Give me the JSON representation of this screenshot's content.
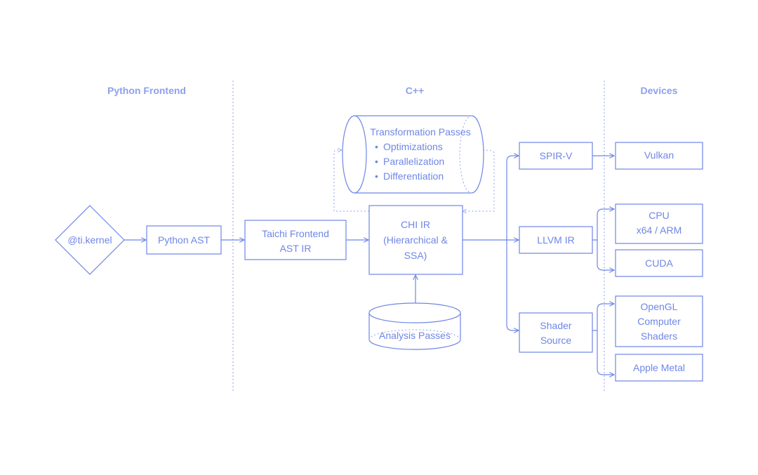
{
  "headers": {
    "python_frontend": "Python Frontend",
    "cpp": "C++",
    "devices": "Devices"
  },
  "nodes": {
    "ti_kernel": "@ti.kernel",
    "python_ast": "Python AST",
    "taichi_frontend": [
      "Taichi Frontend",
      "AST IR"
    ],
    "chi_ir": [
      "CHI IR",
      "(Hierarchical &",
      "SSA)"
    ],
    "transformation": {
      "title": "Transformation Passes",
      "items": [
        "Optimizations",
        "Parallelization",
        "Differentiation"
      ]
    },
    "analysis": "Analysis Passes",
    "spirv": "SPIR-V",
    "llvm_ir": "LLVM IR",
    "shader_source": [
      "Shader",
      "Source"
    ],
    "vulkan": "Vulkan",
    "cpu": [
      "CPU",
      "x64 / ARM"
    ],
    "cuda": "CUDA",
    "opengl": [
      "OpenGL",
      "Computer",
      "Shaders"
    ],
    "apple_metal": "Apple Metal"
  },
  "colors": {
    "accent": "#6f86e6",
    "header": "#8ea0ec",
    "background": "#ffffff"
  }
}
